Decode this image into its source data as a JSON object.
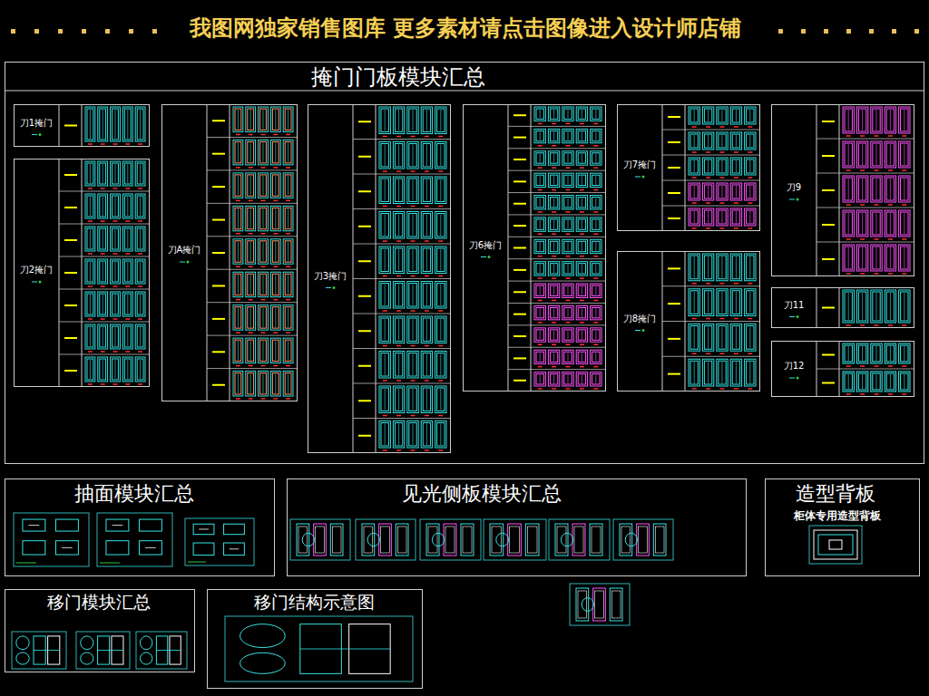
{
  "diagram": {
    "title": "我图网独家销售图库 更多素材请点击图像进入设计师店铺",
    "nodes": [
      {
        "text": [
          "掩门门板模块汇总"
        ]
      },
      {
        "text": [
          "刀1掩门"
        ],
        "in": 0
      },
      {
        "text": [
          "刀2掩门"
        ],
        "in": 0
      },
      {
        "text": [
          "刀A掩门"
        ],
        "in": 0
      },
      {
        "text": [
          "刀3掩门"
        ],
        "in": 0
      },
      {
        "text": [
          "刀6掩门"
        ],
        "in": 0
      },
      {
        "text": [
          "刀7掩门"
        ],
        "in": 0
      },
      {
        "text": [
          "刀8掩门"
        ],
        "in": 0
      },
      {
        "text": [
          "刀9"
        ],
        "in": 0
      },
      {
        "text": [
          "刀11"
        ],
        "in": 0
      },
      {
        "text": [
          "刀12"
        ],
        "in": 0
      },
      {
        "text": [
          "抽面模块汇总"
        ]
      },
      {
        "text": [
          "见光侧板模块汇总"
        ]
      },
      {
        "text": [
          "造型背板",
          "柜体专用造型背板"
        ]
      },
      {
        "text": [
          "移门模块汇总"
        ]
      },
      {
        "text": [
          "移门结构示意图"
        ]
      }
    ]
  }
}
